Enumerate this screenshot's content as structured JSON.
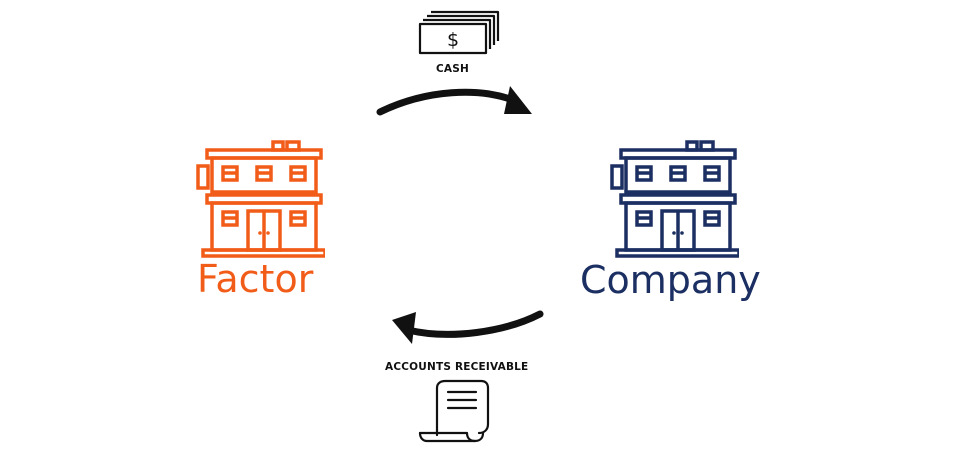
{
  "flow": {
    "top": {
      "label": "CASH",
      "icon": "cash-stack-icon"
    },
    "bottom": {
      "label": "ACCOUNTS RECEIVABLE",
      "icon": "receipt-scroll-icon"
    }
  },
  "parties": {
    "left": {
      "name": "Factor",
      "color": "#F25C19",
      "icon": "building-icon"
    },
    "right": {
      "name": "Company",
      "color": "#1B2F63",
      "icon": "building-icon"
    }
  }
}
